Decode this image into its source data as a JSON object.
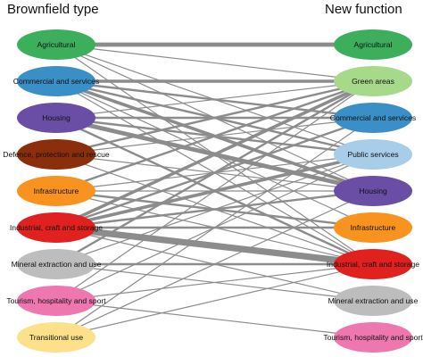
{
  "titles": {
    "left": "Brownfield type",
    "right": "New function"
  },
  "left_nodes": [
    {
      "id": "L0",
      "label": "Agricultural",
      "color": "#3daf5c"
    },
    {
      "id": "L1",
      "label": "Commercial and services",
      "color": "#3b8fc7"
    },
    {
      "id": "L2",
      "label": "Housing",
      "color": "#6a4ea6"
    },
    {
      "id": "L3",
      "label": "Defence, protection and rescue",
      "color": "#8b2e0c"
    },
    {
      "id": "L4",
      "label": "Infrastructure",
      "color": "#f7931e"
    },
    {
      "id": "L5",
      "label": "Industrial, craft and storage",
      "color": "#e0211f"
    },
    {
      "id": "L6",
      "label": "Mineral extraction and use",
      "color": "#bdbdbd"
    },
    {
      "id": "L7",
      "label": "Tourism, hospitality and sport",
      "color": "#ee77b0"
    },
    {
      "id": "L8",
      "label": "Transitional use",
      "color": "#fde08a"
    }
  ],
  "right_nodes": [
    {
      "id": "R0",
      "label": "Agricultural",
      "color": "#3daf5c"
    },
    {
      "id": "R1",
      "label": "Green areas",
      "color": "#a6d98a"
    },
    {
      "id": "R2",
      "label": "Commercial and services",
      "color": "#3b8fc7"
    },
    {
      "id": "R3",
      "label": "Public services",
      "color": "#a7cde8"
    },
    {
      "id": "R4",
      "label": "Housing",
      "color": "#6a4ea6"
    },
    {
      "id": "R5",
      "label": "Infrastructure",
      "color": "#f7931e"
    },
    {
      "id": "R6",
      "label": "Industrial, craft and storage",
      "color": "#e0211f"
    },
    {
      "id": "R7",
      "label": "Mineral extraction and use",
      "color": "#bdbdbd"
    },
    {
      "id": "R8",
      "label": "Tourism, hospitality and sport",
      "color": "#ee77b0"
    }
  ],
  "edge_color": "#8c8c8c",
  "edges": [
    {
      "from": 0,
      "to": 0,
      "weight": 4
    },
    {
      "from": 0,
      "to": 1,
      "weight": 1
    },
    {
      "from": 0,
      "to": 3,
      "weight": 1
    },
    {
      "from": 0,
      "to": 4,
      "weight": 1
    },
    {
      "from": 0,
      "to": 6,
      "weight": 1
    },
    {
      "from": 1,
      "to": 1,
      "weight": 3
    },
    {
      "from": 1,
      "to": 2,
      "weight": 2
    },
    {
      "from": 1,
      "to": 3,
      "weight": 2
    },
    {
      "from": 1,
      "to": 4,
      "weight": 3
    },
    {
      "from": 1,
      "to": 5,
      "weight": 1
    },
    {
      "from": 1,
      "to": 6,
      "weight": 1
    },
    {
      "from": 2,
      "to": 2,
      "weight": 2
    },
    {
      "from": 2,
      "to": 3,
      "weight": 2
    },
    {
      "from": 2,
      "to": 4,
      "weight": 4
    },
    {
      "from": 2,
      "to": 6,
      "weight": 2
    },
    {
      "from": 2,
      "to": 1,
      "weight": 1
    },
    {
      "from": 3,
      "to": 1,
      "weight": 2
    },
    {
      "from": 3,
      "to": 2,
      "weight": 1
    },
    {
      "from": 3,
      "to": 4,
      "weight": 1
    },
    {
      "from": 3,
      "to": 6,
      "weight": 1
    },
    {
      "from": 4,
      "to": 1,
      "weight": 2
    },
    {
      "from": 4,
      "to": 3,
      "weight": 1
    },
    {
      "from": 4,
      "to": 4,
      "weight": 1
    },
    {
      "from": 4,
      "to": 5,
      "weight": 2
    },
    {
      "from": 4,
      "to": 6,
      "weight": 1
    },
    {
      "from": 5,
      "to": 1,
      "weight": 3
    },
    {
      "from": 5,
      "to": 2,
      "weight": 2
    },
    {
      "from": 5,
      "to": 3,
      "weight": 3
    },
    {
      "from": 5,
      "to": 4,
      "weight": 2
    },
    {
      "from": 5,
      "to": 5,
      "weight": 2
    },
    {
      "from": 5,
      "to": 6,
      "weight": 6
    },
    {
      "from": 5,
      "to": 7,
      "weight": 1
    },
    {
      "from": 6,
      "to": 1,
      "weight": 2
    },
    {
      "from": 6,
      "to": 3,
      "weight": 1
    },
    {
      "from": 6,
      "to": 6,
      "weight": 2
    },
    {
      "from": 6,
      "to": 7,
      "weight": 1
    },
    {
      "from": 7,
      "to": 1,
      "weight": 1
    },
    {
      "from": 7,
      "to": 3,
      "weight": 1
    },
    {
      "from": 7,
      "to": 6,
      "weight": 1
    },
    {
      "from": 7,
      "to": 8,
      "weight": 1
    },
    {
      "from": 8,
      "to": 2,
      "weight": 1
    },
    {
      "from": 8,
      "to": 4,
      "weight": 1
    },
    {
      "from": 8,
      "to": 6,
      "weight": 1
    }
  ]
}
